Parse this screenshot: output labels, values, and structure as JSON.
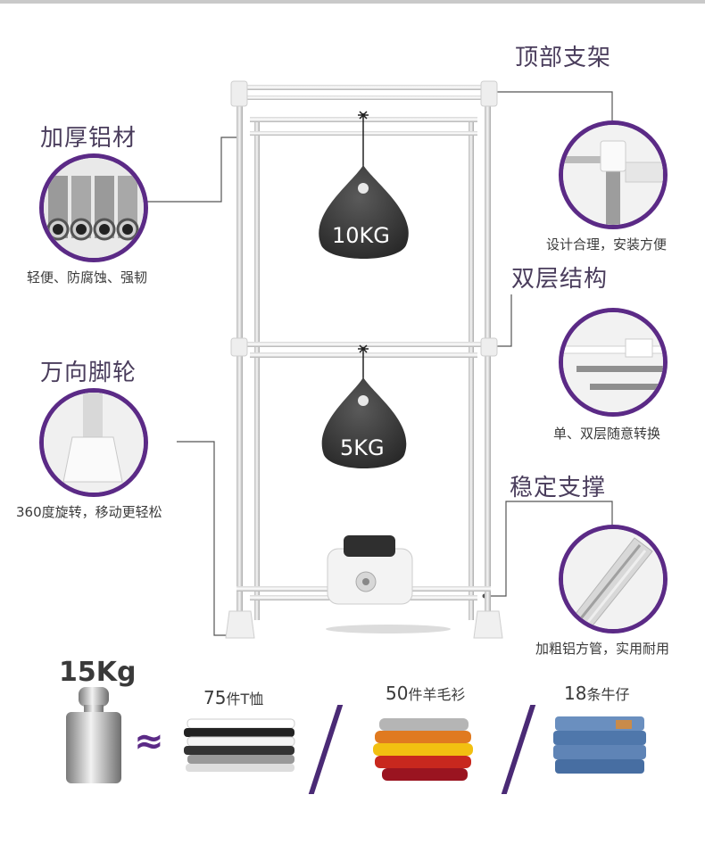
{
  "features": {
    "aluminum": {
      "title": "加厚铝材",
      "desc": "轻便、防腐蚀、强韧",
      "icon": "aluminum-tubes-icon"
    },
    "top_frame": {
      "title": "顶部支架",
      "desc": "设计合理，安装方便",
      "icon": "top-joint-icon"
    },
    "double_layer": {
      "title": "双层结构",
      "desc": "单、双层随意转换",
      "icon": "double-rail-icon"
    },
    "caster": {
      "title": "万向脚轮",
      "desc": "360度旋转，移动更轻松",
      "icon": "caster-foot-icon"
    },
    "support": {
      "title": "稳定支撑",
      "desc": "加粗铝方管，实用耐用",
      "icon": "square-tube-icon"
    }
  },
  "weights": {
    "upper": "10KG",
    "lower": "5KG"
  },
  "capacity": {
    "total": "15Kg",
    "approx_symbol": "≈",
    "items": [
      {
        "count": "75",
        "unit": "件T恤",
        "icon": "tshirt-stack-icon"
      },
      {
        "count": "50",
        "unit": "件羊毛衫",
        "icon": "sweater-stack-icon"
      },
      {
        "count": "18",
        "unit": "条牛仔",
        "icon": "jeans-stack-icon"
      }
    ]
  },
  "colors": {
    "accent": "#5b2a86",
    "text": "#3a3a3a",
    "weight_body": "#3d3d3d"
  }
}
